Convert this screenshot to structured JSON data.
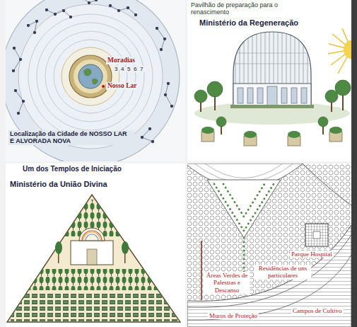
{
  "diagram": {
    "labels": [
      "Moradias",
      "3",
      "4",
      "5",
      "6",
      "7",
      "Nosso Lar",
      "Localização da Cidade de NOSSO LAR E ALVORADA NOVA",
      "Pavilhão de preparação para o renascimento",
      "Ministério da Regeneração",
      "Um dos Templos de Iniciação",
      "Ministério da União Divina",
      "Parque Hospital",
      "Áreas Verdes de Palestras e Descanso",
      "Residências de uns particulares",
      "Muros de Proteção",
      "Campos de Cultivo"
    ]
  }
}
